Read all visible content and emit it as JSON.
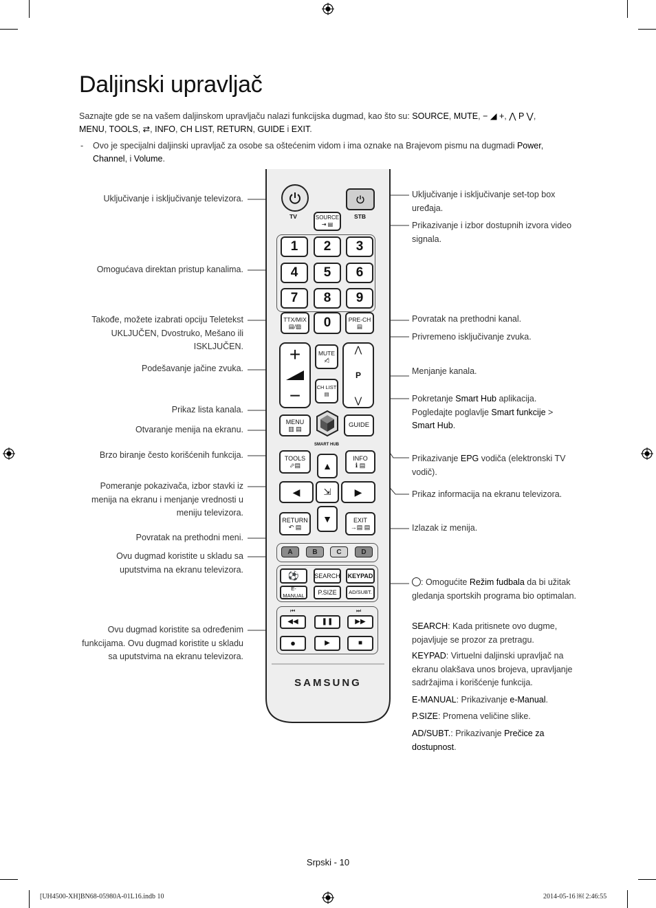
{
  "title": "Daljinski upravljač",
  "intro": {
    "text1": "Saznajte gde se na vašem daljinskom upravljaču nalazi funkcijska dugmad, kao što su: ",
    "source": "SOURCE",
    "mute": "MUTE",
    "vol": "− ◢ +",
    "chan": "⋀ P ⋁",
    "menu": "MENU",
    "tools": "TOOLS",
    "smarticon": "⇄",
    "info": "INFO",
    "chlist": "CH LIST",
    "ret": "RETURN",
    "guide": "GUIDE",
    "i": "i",
    "exit": "EXIT"
  },
  "note": {
    "dash": "-",
    "text1": "Ovo je specijalni daljinski upravljač za osobe sa oštećenim vidom i ima oznake na Brajevom pismu na dugmadi ",
    "power": "Power",
    "channel": "Channel",
    "i": "i",
    "volume": "Volume"
  },
  "left": [
    "Uključivanje i isključivanje televizora.",
    "Omogućava direktan pristup kanalima.",
    "Takođe, možete izabrati opciju Teletekst UKLJUČEN, Dvostruko, Mešano ili ISKLJUČEN.",
    "Podešavanje jačine zvuka.",
    "Prikaz lista kanala.",
    "Otvaranje menija na ekranu.",
    "Brzo biranje često korišćenih funkcija.",
    "Pomeranje pokazivača, izbor stavki iz menija na ekranu i menjanje vrednosti u meniju televizora.",
    "Povratak na prethodni meni.",
    "Ovu dugmad koristite u skladu sa uputstvima na ekranu televizora.",
    "Ovu dugmad koristite sa određenim funkcijama. Ovu dugmad koristite u skladu sa uputstvima na ekranu televizora."
  ],
  "right": {
    "stb": "Uključivanje i isključivanje set-top box uređaja.",
    "source": "Prikazivanje i izbor dostupnih izvora video signala.",
    "prech": "Povratak na prethodni kanal.",
    "mute": "Privremeno isključivanje zvuka.",
    "channel": "Menjanje kanala.",
    "smarthub_a": "Pokretanje ",
    "smarthub_b": "Smart Hub",
    "smarthub_c": " aplikacija.",
    "smarthub_d": "Pogledajte poglavlje ",
    "smarthub_e": "Smart funkcije",
    "smarthub_f": " > ",
    "smarthub_g": "Smart Hub",
    "smarthub_h": ".",
    "epg_a": "Prikazivanje ",
    "epg_b": "EPG",
    "epg_c": " vodiča (elektronski TV vodič).",
    "info": "Prikaz informacija na ekranu televizora.",
    "exit": "Izlazak iz menija.",
    "football_a": ": Omogućite ",
    "football_b": "Režim fudbala",
    "football_c": " da bi užitak gledanja sportskih programa bio optimalan.",
    "search_a": "SEARCH",
    "search_b": ": Kada pritisnete ovo dugme, pojavljuje se prozor za pretragu.",
    "keypad_a": "KEYPAD",
    "keypad_b": ": Virtuelni daljinski upravljač na ekranu olakšava unos brojeva, upravljanje sadržajima i korišćenje funkcija.",
    "emanual_a": "E-MANUAL",
    "emanual_b": ": Prikazivanje ",
    "emanual_c": "e-Manual",
    "emanual_d": ".",
    "psize_a": "P.SIZE",
    "psize_b": ": Promena veličine slike.",
    "adsubt_a": "AD/SUBT.",
    "adsubt_b": ": Prikazivanje ",
    "adsubt_c": "Prečice za dostupnost",
    "adsubt_d": "."
  },
  "remote": {
    "tv": "TV",
    "stb": "STB",
    "source": "SOURCE",
    "digits": [
      "1",
      "2",
      "3",
      "4",
      "5",
      "6",
      "7",
      "8",
      "9"
    ],
    "zero": "0",
    "ttx": "TTX/MIX",
    "prech": "PRE-CH",
    "mute": "MUTE",
    "chlist": "CH LIST",
    "p": "P",
    "menu": "MENU",
    "guide": "GUIDE",
    "smarthub": "SMART HUB",
    "tools": "TOOLS",
    "info": "INFO",
    "return": "RETURN",
    "exit": "EXIT",
    "colors": [
      "A",
      "B",
      "C",
      "D"
    ],
    "search": "SEARCH",
    "keypad": "KEYPAD",
    "emanual": "E-MANUAL",
    "psize": "P.SIZE",
    "adsubt": "AD/SUBT.",
    "brand": "SAMSUNG"
  },
  "page": "Srpski - 10",
  "footer_left": "[UH4500-XH]BN68-05980A-01L16.indb   10",
  "footer_right": "2014-05-16   ￼ 2:46:55"
}
